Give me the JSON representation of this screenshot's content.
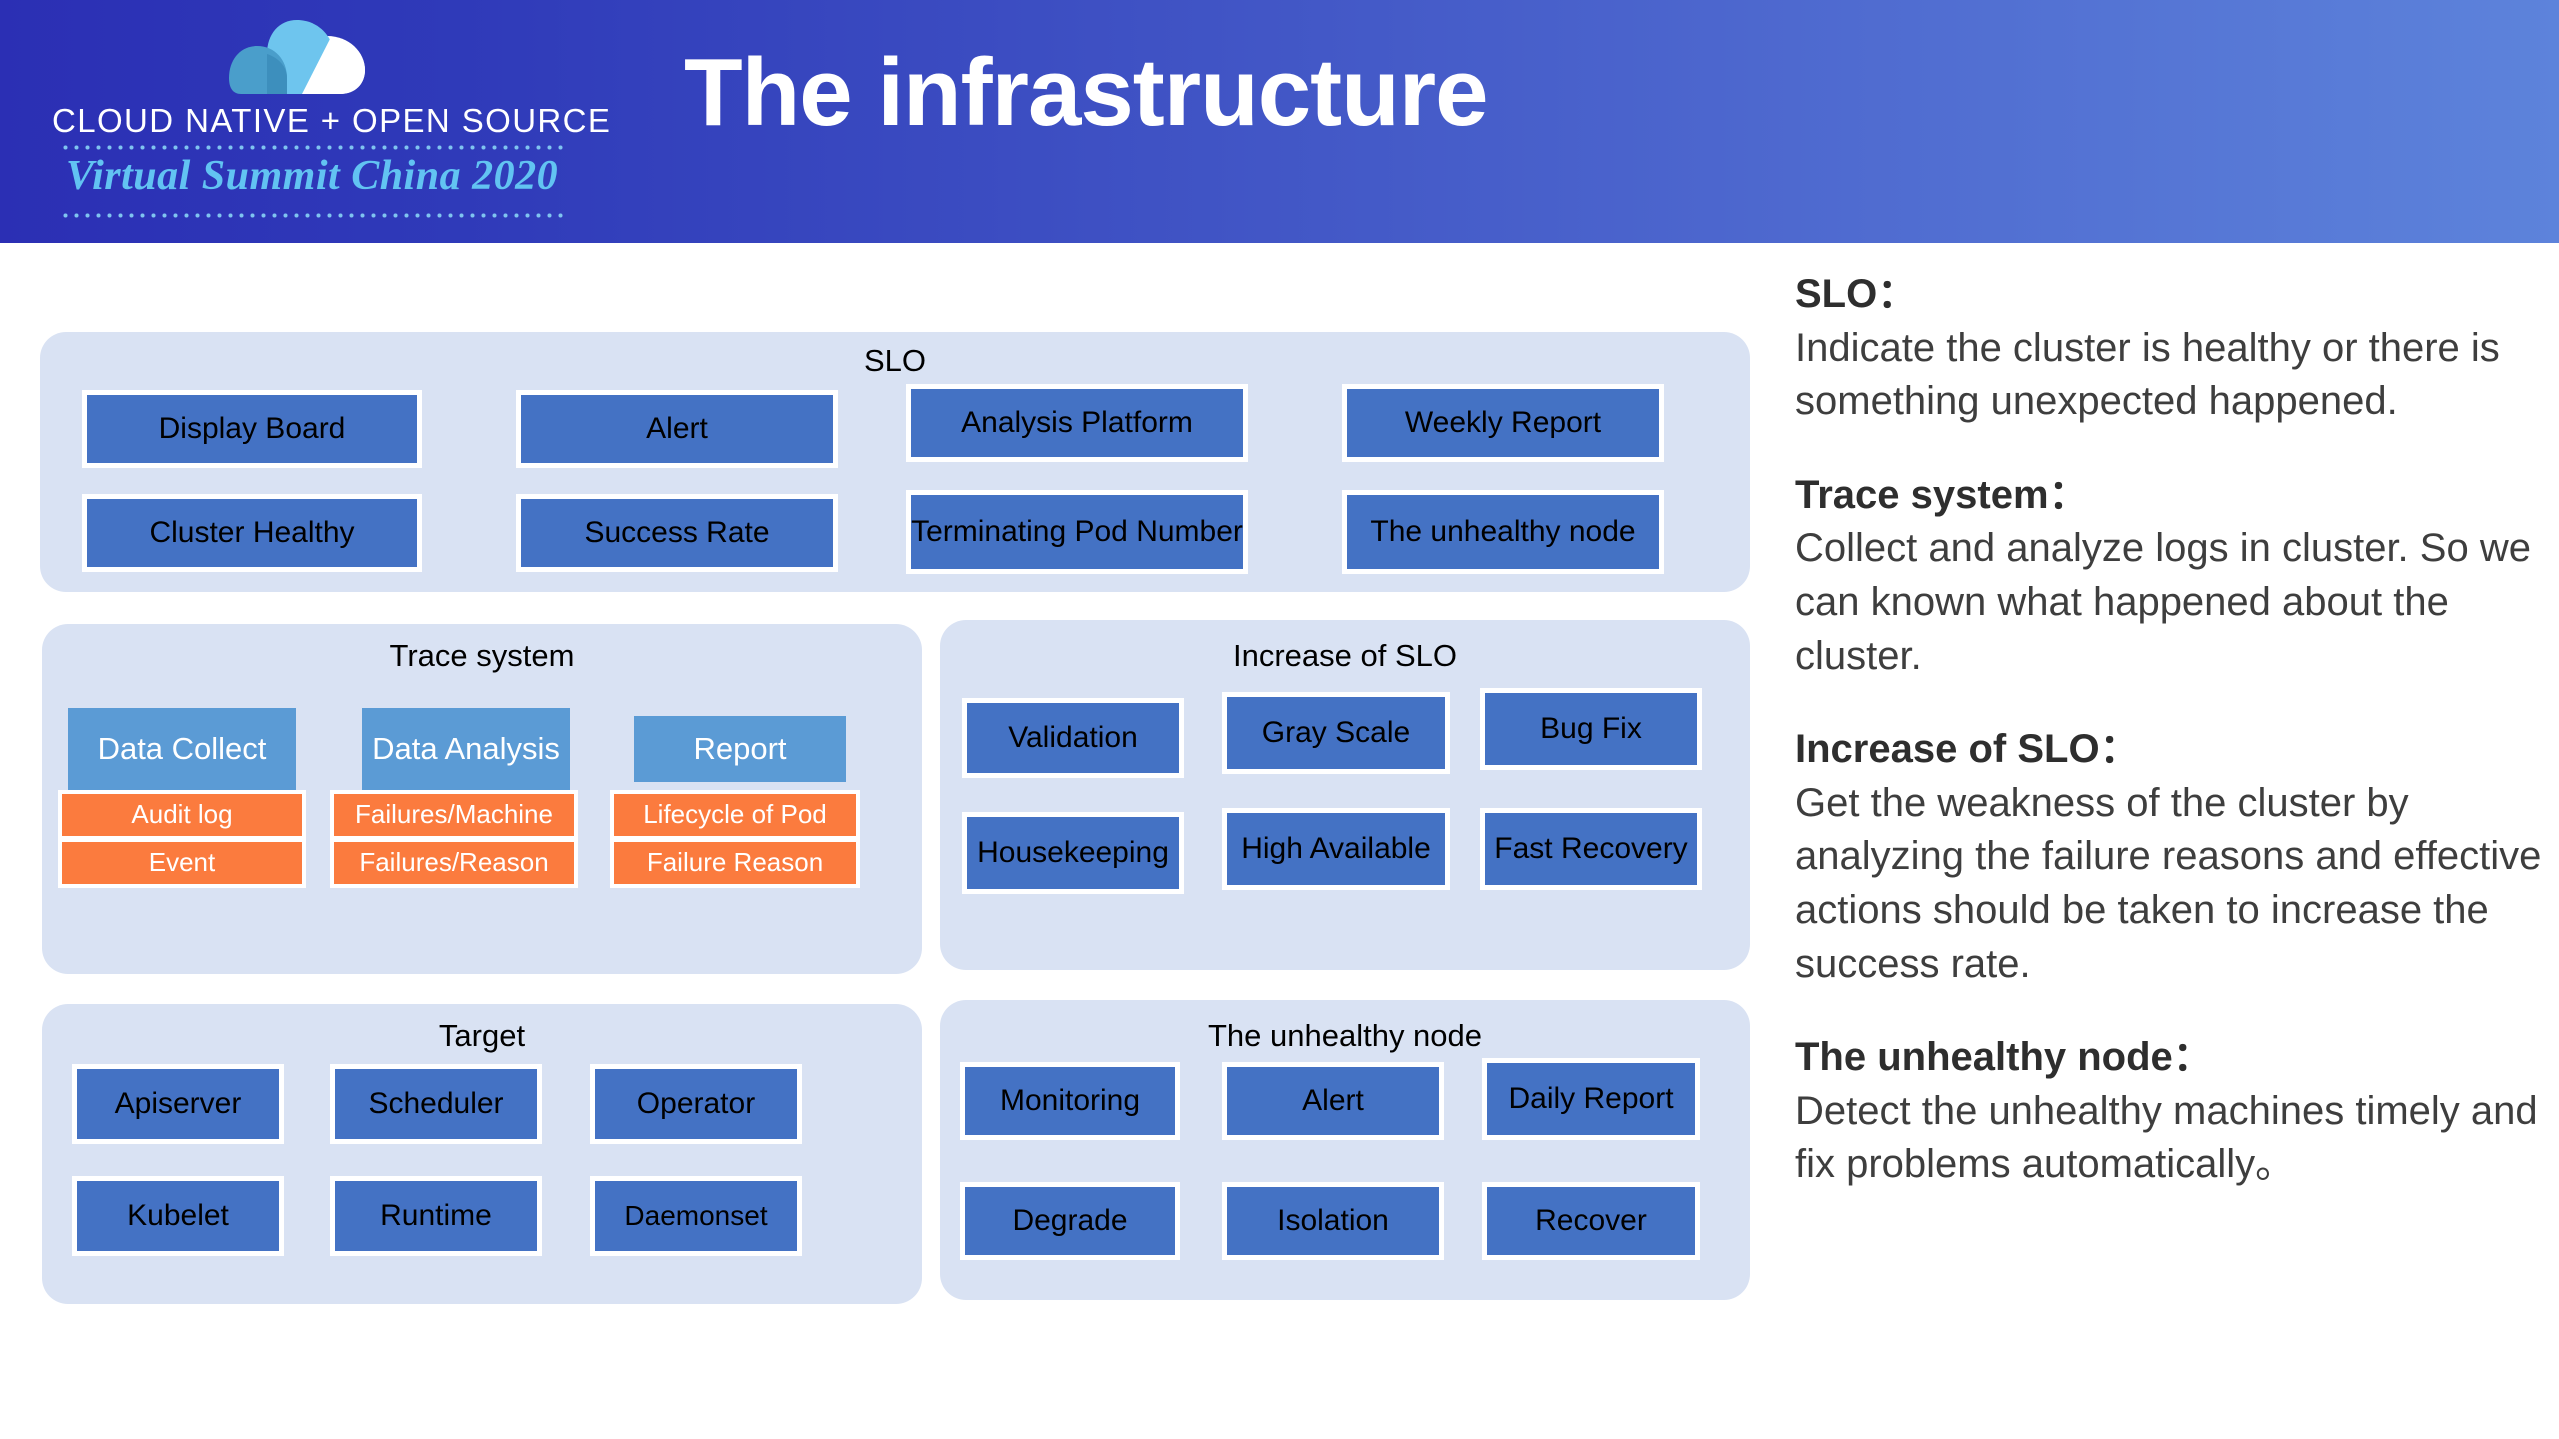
{
  "header": {
    "title": "The infrastructure",
    "logo": {
      "icon": "cloud-logo-icon",
      "conference_name": "CLOUD NATIVE + OPEN SOURCE",
      "conference_subtitle": "Virtual Summit China 2020"
    },
    "colors": {
      "gradient_start": "#2b2fb4",
      "gradient_end": "#5d83db",
      "subtitle_color": "#62c3f2"
    }
  },
  "colors": {
    "panel_bg": "#d9e2f3",
    "cell_blue": "#4472c4",
    "cell_light_blue": "#5b9bd5",
    "cell_orange": "#fb7b3e"
  },
  "panels": [
    {
      "id": "slo",
      "title": "SLO",
      "columns": [
        {
          "top": "Display Board",
          "bottom": "Cluster Healthy"
        },
        {
          "top": "Alert",
          "bottom": "Success Rate"
        },
        {
          "top": "Analysis Platform",
          "bottom": "Terminating Pod Number"
        },
        {
          "top": "Weekly Report",
          "bottom": "The unhealthy node"
        }
      ]
    },
    {
      "id": "trace-system",
      "title": "Trace system",
      "groups": [
        {
          "head": "Data Collect",
          "items": [
            "Audit log",
            "Event"
          ]
        },
        {
          "head": "Data Analysis",
          "items": [
            "Failures/Machine",
            "Failures/Reason"
          ]
        },
        {
          "head": "Report",
          "items": [
            "Lifecycle of Pod",
            "Failure Reason"
          ]
        }
      ]
    },
    {
      "id": "increase-of-slo",
      "title": "Increase of SLO",
      "columns": [
        {
          "top": "Validation",
          "bottom": "Housekeeping"
        },
        {
          "top": "Gray Scale",
          "bottom": "High Available"
        },
        {
          "top": "Bug Fix",
          "bottom": "Fast Recovery"
        }
      ]
    },
    {
      "id": "target",
      "title": "Target",
      "columns": [
        {
          "top": "Apiserver",
          "bottom": "Kubelet"
        },
        {
          "top": "Scheduler",
          "bottom": "Runtime"
        },
        {
          "top": "Operator",
          "bottom": "Daemonset"
        }
      ]
    },
    {
      "id": "unhealthy-node",
      "title": "The unhealthy node",
      "columns": [
        {
          "top": "Monitoring",
          "bottom": "Degrade"
        },
        {
          "top": "Alert",
          "bottom": "Isolation"
        },
        {
          "top": "Daily Report",
          "bottom": "Recover"
        }
      ]
    }
  ],
  "notes": [
    {
      "heading": "SLO",
      "separator": "：",
      "body": "Indicate the cluster is healthy or there is something unexpected happened."
    },
    {
      "heading": "Trace system",
      "separator": "：",
      "body": "Collect and analyze logs in cluster. So we can known what happened about the cluster."
    },
    {
      "heading": "Increase of SLO",
      "separator": "：",
      "body": "Get the weakness of the cluster by analyzing the failure reasons and effective actions should be taken to increase the success rate."
    },
    {
      "heading": "The unhealthy node",
      "separator": "：",
      "body": "Detect the unhealthy machines timely and fix problems automatically。"
    }
  ]
}
